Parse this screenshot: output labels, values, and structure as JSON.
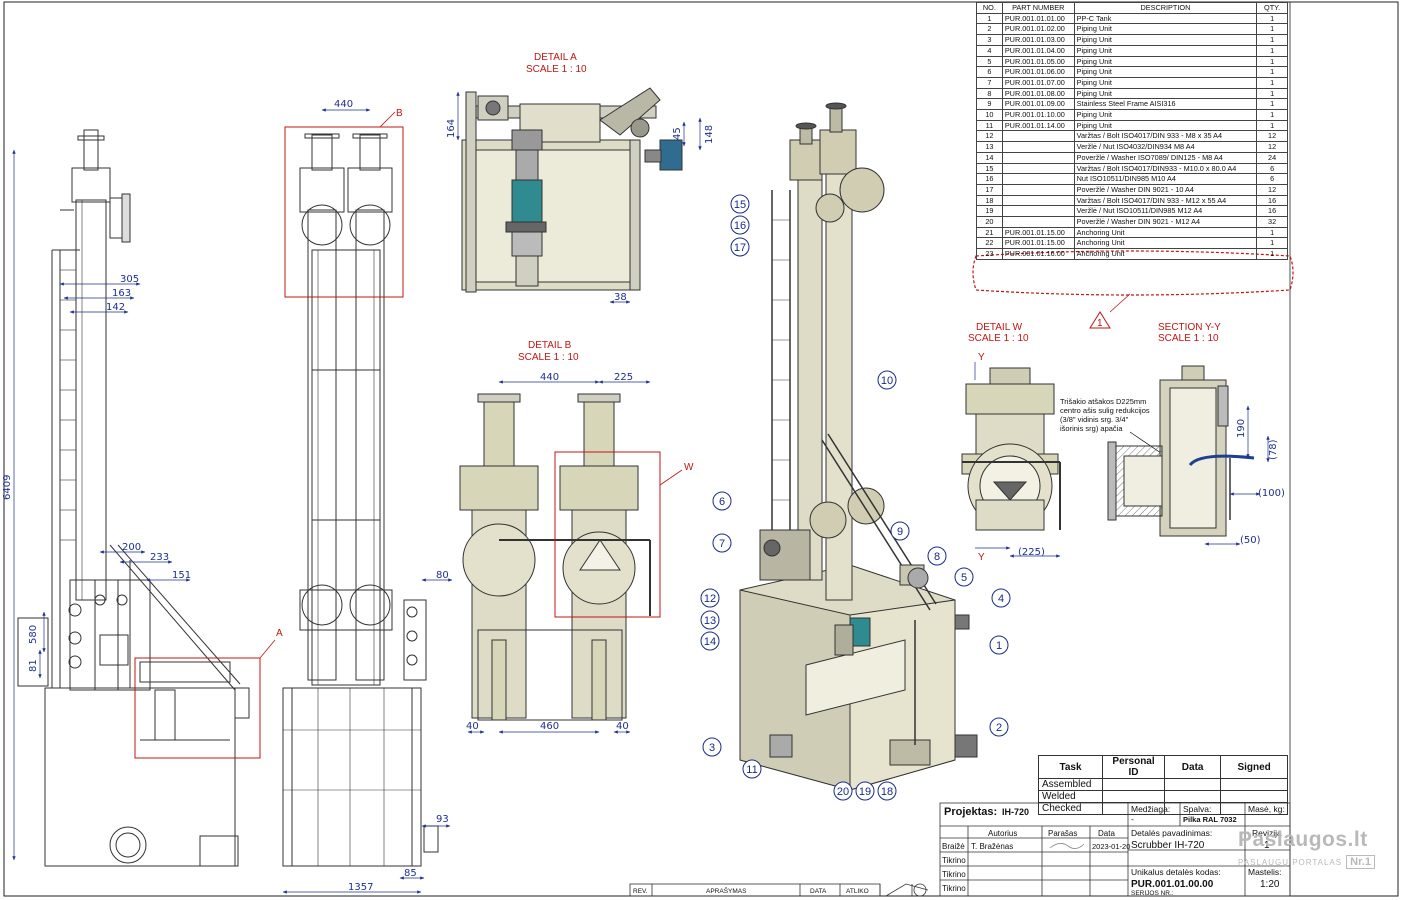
{
  "drawing": {
    "detail_a": {
      "title": "DETAIL A",
      "scale": "SCALE 1 : 10"
    },
    "detail_b": {
      "title": "DETAIL B",
      "scale": "SCALE 1 : 10"
    },
    "detail_w": {
      "title": "DETAIL W",
      "scale": "SCALE 1 : 10"
    },
    "section_yy": {
      "title": "SECTION Y-Y",
      "scale": "SCALE 1 : 10"
    },
    "callouts": {
      "a": "A",
      "b": "B",
      "w": "W",
      "y1": "Y",
      "y2": "Y"
    },
    "note_lines": [
      "Trišakio atšakos D225mm",
      "centro ašis sulig redukcijos",
      "(3/8\" vidinis srg. 3/4\"",
      "išorinis srg) apačia"
    ],
    "dimensions": {
      "side_total_height": "6409",
      "side_305": "305",
      "side_163": "163",
      "side_142": "142",
      "side_200": "200",
      "side_233": "233",
      "side_151": "151",
      "side_580": "580",
      "side_81": "81",
      "front_440": "440",
      "front_80": "80",
      "front_93": "93",
      "front_85": "85",
      "front_1357": "1357",
      "a_164": "164",
      "a_45": "45",
      "a_148": "148",
      "a_38": "38",
      "b_440": "440",
      "b_225": "225",
      "b_40l": "40",
      "b_460": "460",
      "b_40r": "40",
      "w_225": "(225)",
      "yy_190": "190",
      "yy_78": "(78)",
      "yy_100": "(100)",
      "yy_50": "(50)"
    },
    "balloons": [
      "15",
      "16",
      "17",
      "10",
      "6",
      "7",
      "9",
      "8",
      "5",
      "4",
      "12",
      "13",
      "14",
      "1",
      "2",
      "3",
      "11",
      "20",
      "19",
      "18"
    ],
    "warning_symbol": "1"
  },
  "bom": {
    "headers": [
      "NO.",
      "PART NUMBER",
      "DESCRIPTION",
      "QTY."
    ],
    "rows": [
      [
        "1",
        "PUR.001.01.01.00",
        "PP-C Tank",
        "1"
      ],
      [
        "2",
        "PUR.001.01.02.00",
        "Piping Unit",
        "1"
      ],
      [
        "3",
        "PUR.001.01.03.00",
        "Piping Unit",
        "1"
      ],
      [
        "4",
        "PUR.001.01.04.00",
        "Piping Unit",
        "1"
      ],
      [
        "5",
        "PUR.001.01.05.00",
        "Piping Unit",
        "1"
      ],
      [
        "6",
        "PUR.001.01.06.00",
        "Piping Unit",
        "1"
      ],
      [
        "7",
        "PUR.001.01.07.00",
        "Piping Unit",
        "1"
      ],
      [
        "8",
        "PUR.001.01.08.00",
        "Piping Unit",
        "1"
      ],
      [
        "9",
        "PUR.001.01.09.00",
        "Stainless Steel Frame AISI316",
        "1"
      ],
      [
        "10",
        "PUR.001.01.10.00",
        "Piping Unit",
        "1"
      ],
      [
        "11",
        "PUR.001.01.14.00",
        "Piping Unit",
        "1"
      ],
      [
        "12",
        "",
        "Varžtas / Bolt ISO4017/DIN 933 - M8 x 35 A4",
        "12"
      ],
      [
        "13",
        "",
        "Veržlė / Nut ISO4032/DIN934 M8 A4",
        "12"
      ],
      [
        "14",
        "",
        "Poveržlė / Washer ISO7089/ DIN125 - M8 A4",
        "24"
      ],
      [
        "15",
        "",
        "Varžtas / Bolt ISO4017/DIN933 - M10.0 x 80.0 A4",
        "6"
      ],
      [
        "16",
        "",
        "Nut ISO10511/DIN985 M10 A4",
        "6"
      ],
      [
        "17",
        "",
        "Poveržlė / Washer DIN 9021 - 10 A4",
        "12"
      ],
      [
        "18",
        "",
        "Varžtas / Bolt ISO4017/DIN 933 - M12 x 55 A4",
        "16"
      ],
      [
        "19",
        "",
        "Veržlė / Nut ISO10511/DIN985 M12 A4",
        "16"
      ],
      [
        "20",
        "",
        "Poveržlė / Washer DIN 9021 - M12 A4",
        "32"
      ],
      [
        "21",
        "PUR.001.01.15.00",
        "Anchoring Unit",
        "1"
      ],
      [
        "22",
        "PUR.001.01.15.00",
        "Anchoring Unit",
        "1"
      ],
      [
        "23",
        "PUR.001.01.16.00",
        "Anchoring Unit",
        "1"
      ]
    ]
  },
  "signoff": {
    "headers": [
      "Task",
      "Personal ID",
      "Data",
      "Signed"
    ],
    "rows": [
      "Assembled",
      "Welded",
      "Checked"
    ]
  },
  "title_block": {
    "projektas_label": "Projektas:",
    "projektas_value": "IH-720",
    "medziaga_label": "Medžiaga:",
    "medziaga_value": "-",
    "spalva_label": "Spalva:",
    "spalva_value": "Pilka RAL 7032",
    "mase_label": "Masė, kg:",
    "autorius_label": "Autorius",
    "parasas_label": "Parašas",
    "data_label": "Data",
    "braize_label": "Braižė",
    "braize_name": "T. Bražėnas",
    "braize_date": "2023-01-20",
    "tikrino": [
      "Tikrino",
      "Tikrino",
      "Tikrino"
    ],
    "detales_pav_label": "Detalės pavadinimas:",
    "detales_pav_value": "Scrubber IH-720",
    "revizija_label": "Revizija",
    "revizija_value": "1",
    "unikalus_label": "Unikalus detalės kodas:",
    "unikalus_value": "PUR.001.01.00.00",
    "masteliai_label": "Mastelis:",
    "masteliai_value": "1:20",
    "serijos_label": "SERIJOS NR.:",
    "rev_headers": [
      "REV.",
      "APRAŠYMAS",
      "DATA",
      "ATLIKO"
    ]
  },
  "watermark": {
    "brand": "Paslaugos.lt",
    "tagline": "PASLAUGŲ PORTALAS",
    "nr": "Nr.1"
  }
}
